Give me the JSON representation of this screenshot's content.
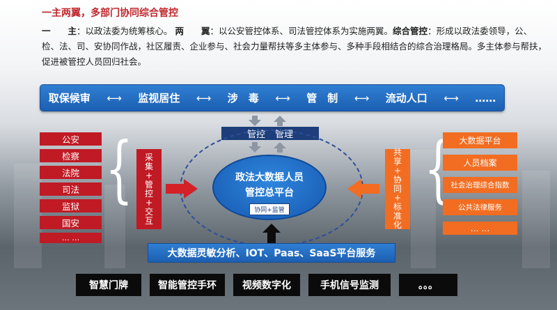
{
  "title": "一主两翼，多部门协同综合管控",
  "paragraph": {
    "zhu_label": "一　　主",
    "zhu_text": "：以政法委为统筹核心。",
    "yi_label": "两　　翼",
    "yi_text": "：以公安管控体系、司法管控体系为实施两翼。",
    "zonghe_label": "综合管控",
    "zonghe_text": "：形成以政法委领导，公、检、法、司、安协同作战，社区履责、企业参与、社会力量帮扶等多主体参与、多种手段相结合的综合治理格局。多主体参与帮扶，促进被管控人员回归社会。"
  },
  "top_bar": {
    "items": [
      "取保候审",
      "监视居住",
      "涉　毒",
      "管　制",
      "流动人口",
      "……"
    ],
    "arrow": "⟷"
  },
  "control_box": {
    "left": "管控",
    "right": "管理"
  },
  "center": {
    "line1": "政法大数据人员",
    "line2": "管控总平台",
    "tag": "协同+监管"
  },
  "left_list": [
    "公安",
    "检察",
    "法院",
    "司法",
    "监狱",
    "国安",
    "… …"
  ],
  "right_list": [
    "大数据平台",
    "人员档案",
    "社会治理综合指数",
    "公共法律服务",
    "… …"
  ],
  "left_vertical": [
    "采",
    "集",
    "+",
    "管",
    "控",
    "+",
    "交",
    "互"
  ],
  "right_vertical": [
    "共",
    "享",
    "+",
    "协",
    "同",
    "+",
    "标",
    "准",
    "化"
  ],
  "bottom_bar": "大数据灵敏分析、IOT、Paas、SaaS平台服务",
  "bottom_row": [
    "智慧门牌",
    "智能管控手环",
    "视频数字化",
    "手机信号监测",
    "。。。"
  ],
  "colors": {
    "red": "#c01a24",
    "orange": "#f26d21",
    "blue": "#1c5fb2",
    "title_red": "#c0282d"
  }
}
